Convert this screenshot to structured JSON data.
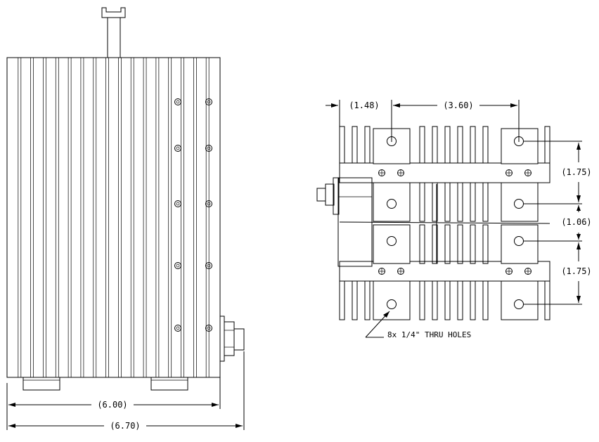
{
  "dimensions": {
    "front_width": "(6.00)",
    "overall_width": "(6.70)",
    "end_offset": "(1.48)",
    "hole_spacing_x": "(3.60)",
    "hole_spacing_y_upper": "(1.75)",
    "hole_spacing_y_middle": "(1.06)",
    "hole_spacing_y_lower": "(1.75)"
  },
  "notes": {
    "thru_holes": "8x 1/4\" THRU HOLES"
  }
}
